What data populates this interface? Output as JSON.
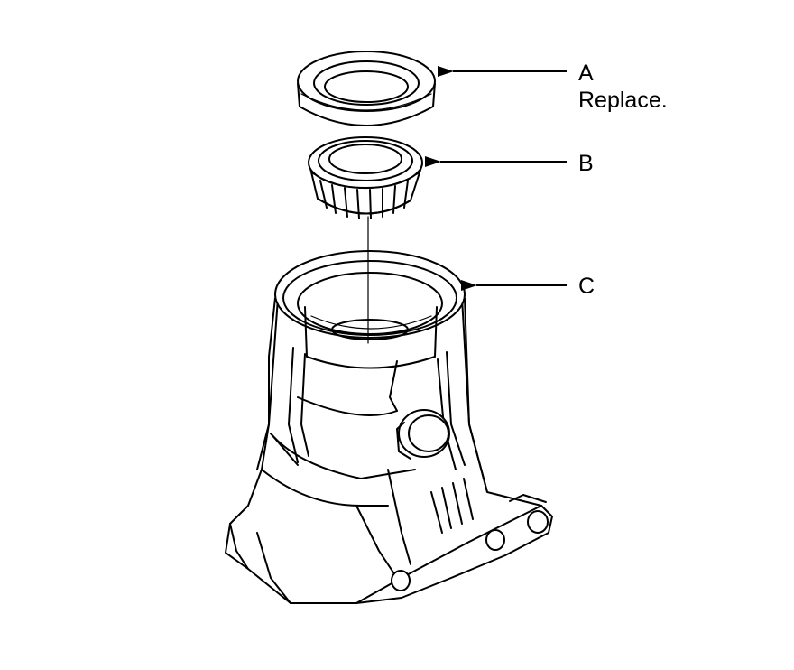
{
  "callouts": {
    "a": {
      "letter": "A",
      "note": "Replace."
    },
    "b": {
      "letter": "B"
    },
    "c": {
      "letter": "C"
    }
  }
}
